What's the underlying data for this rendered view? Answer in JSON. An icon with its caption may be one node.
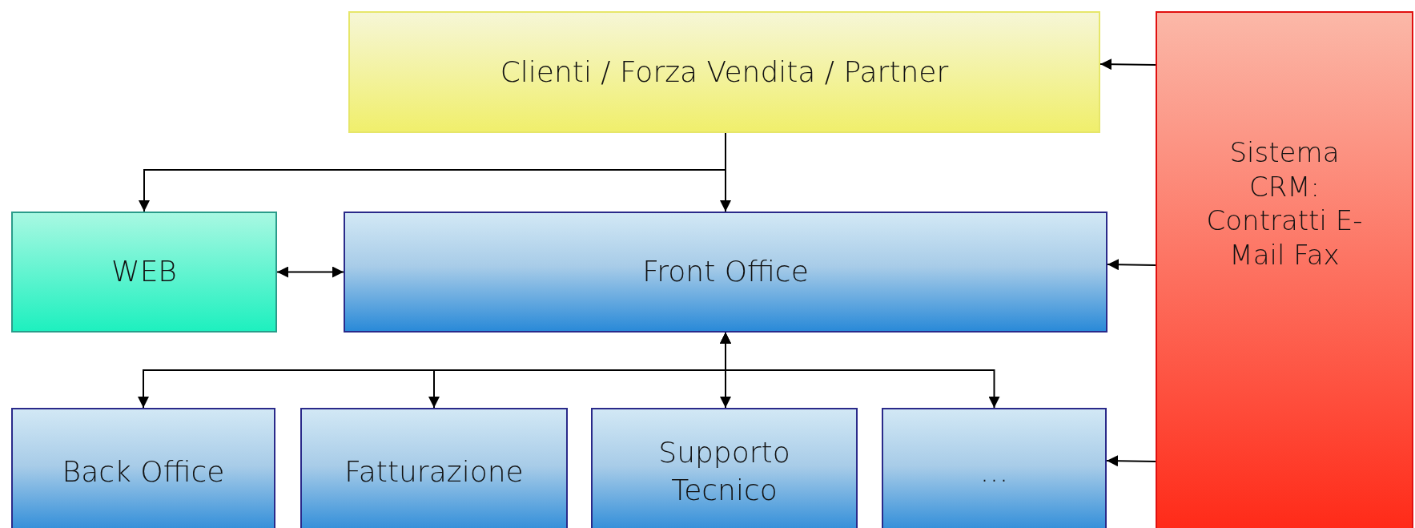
{
  "diagram": {
    "nodes": [
      {
        "text": [
          "Clienti / Forza Vendita / Partner"
        ]
      },
      {
        "text": [
          "Sistema CRM: Contratti E-Mail Fax"
        ]
      },
      {
        "text": [
          "WEB"
        ]
      },
      {
        "text": [
          "Front Office"
        ]
      },
      {
        "text": [
          "Back Office"
        ]
      },
      {
        "text": [
          "Fatturazione"
        ]
      },
      {
        "text": [
          "Supporto Tecnico"
        ]
      },
      {
        "text": [
          "…"
        ]
      }
    ],
    "edges": [
      {
        "from": 1,
        "to": 0,
        "arrow": "to"
      },
      {
        "from": 1,
        "to": 3,
        "arrow": "to"
      },
      {
        "from": 1,
        "to": 7,
        "arrow": "to"
      },
      {
        "from": 0,
        "to": 2,
        "arrow": "to"
      },
      {
        "from": 0,
        "to": 3,
        "arrow": "to"
      },
      {
        "from": 2,
        "to": 3,
        "arrow": "both"
      },
      {
        "from": 3,
        "to": 4,
        "arrow": "both"
      },
      {
        "from": 3,
        "to": 5,
        "arrow": "both"
      },
      {
        "from": 3,
        "to": 6,
        "arrow": "both"
      },
      {
        "from": 3,
        "to": 7,
        "arrow": "both"
      }
    ]
  }
}
